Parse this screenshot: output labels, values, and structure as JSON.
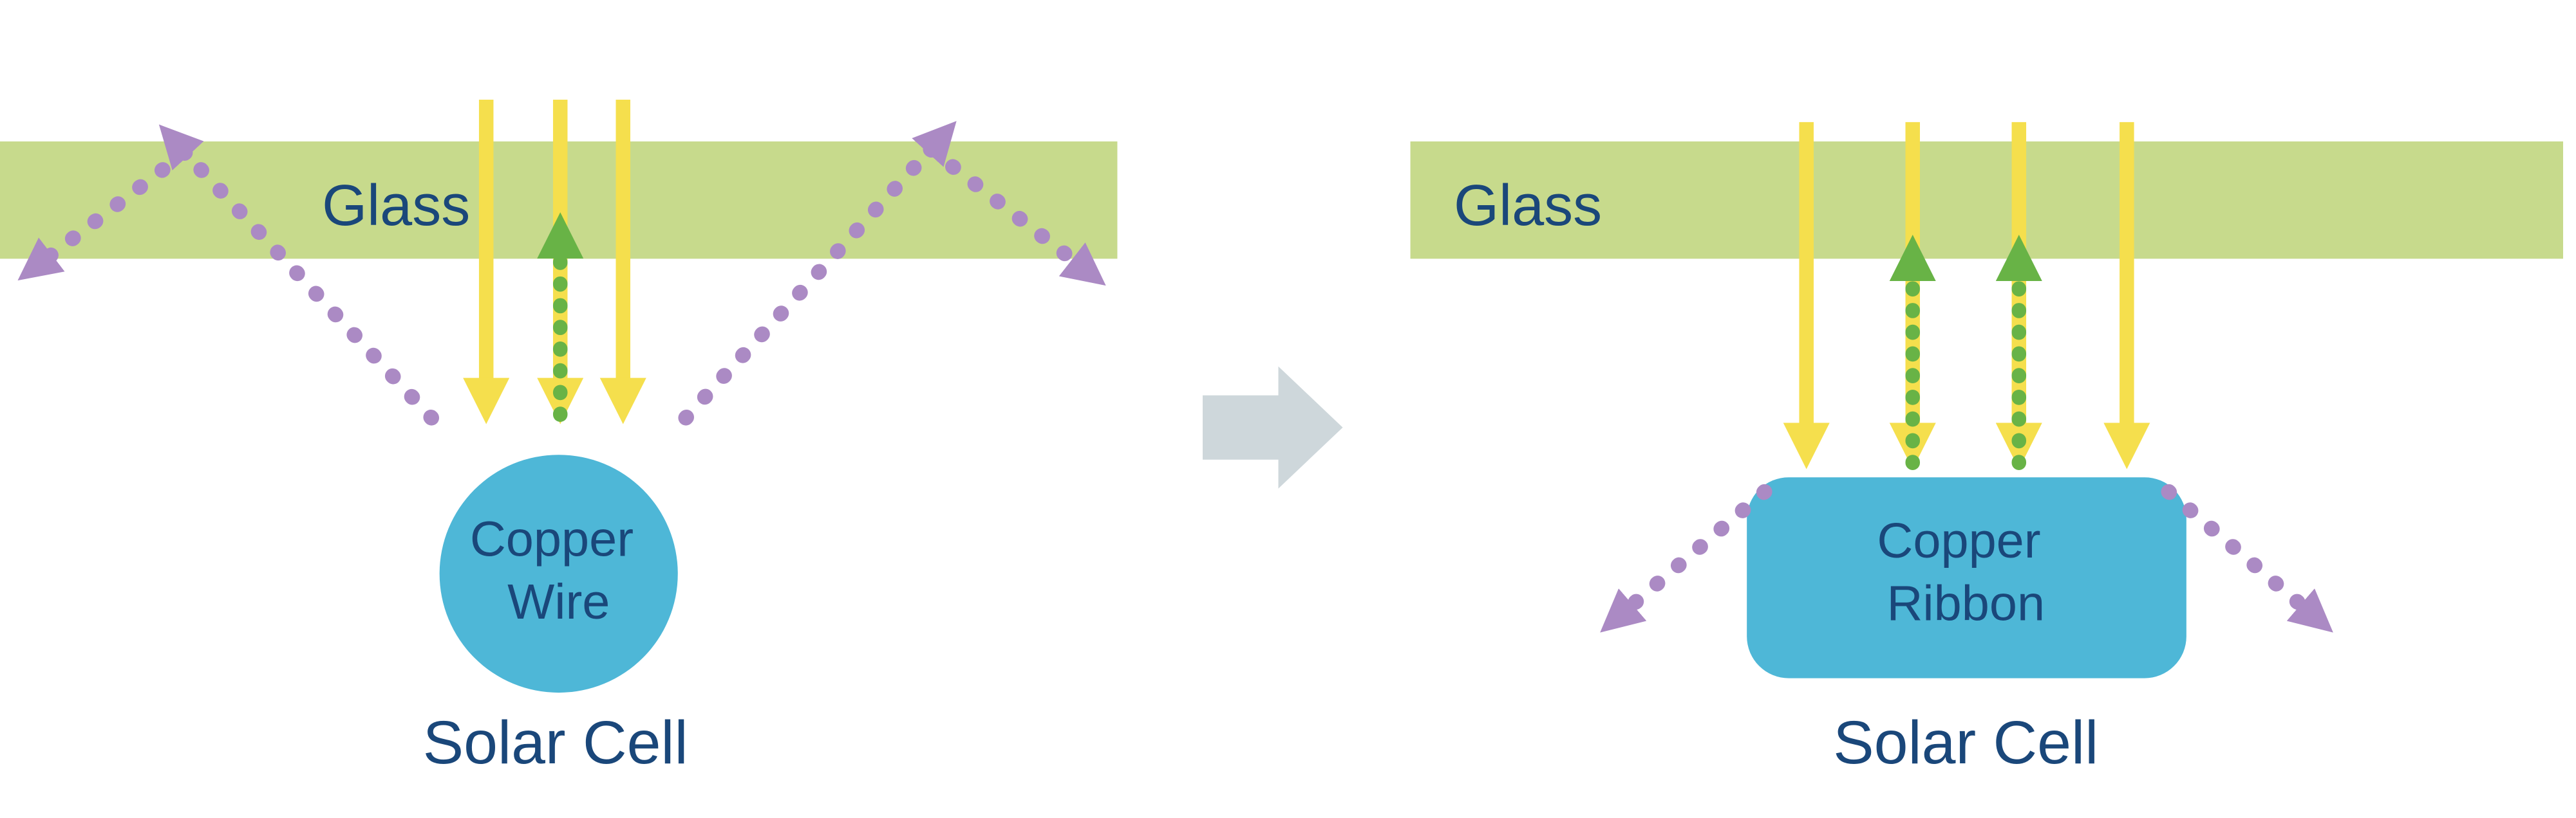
{
  "diagram": {
    "left": {
      "glass_label": "Glass",
      "component_lines": [
        "Copper",
        "Wire"
      ],
      "cell_label": "Solar Cell"
    },
    "right": {
      "glass_label": "Glass",
      "component_lines": [
        "Copper",
        "Ribbon"
      ],
      "cell_label": "Solar Cell"
    }
  },
  "colors": {
    "glass_green": "#c7da8c",
    "text_navy": "#1a477a",
    "ray_yellow": "#f5df4d",
    "reflect_green": "#68b346",
    "scatter_purple": "#ab8ac4",
    "copper_blue": "#4eb7d7",
    "transform_gray": "#ced7db",
    "background": "#ffffff"
  }
}
